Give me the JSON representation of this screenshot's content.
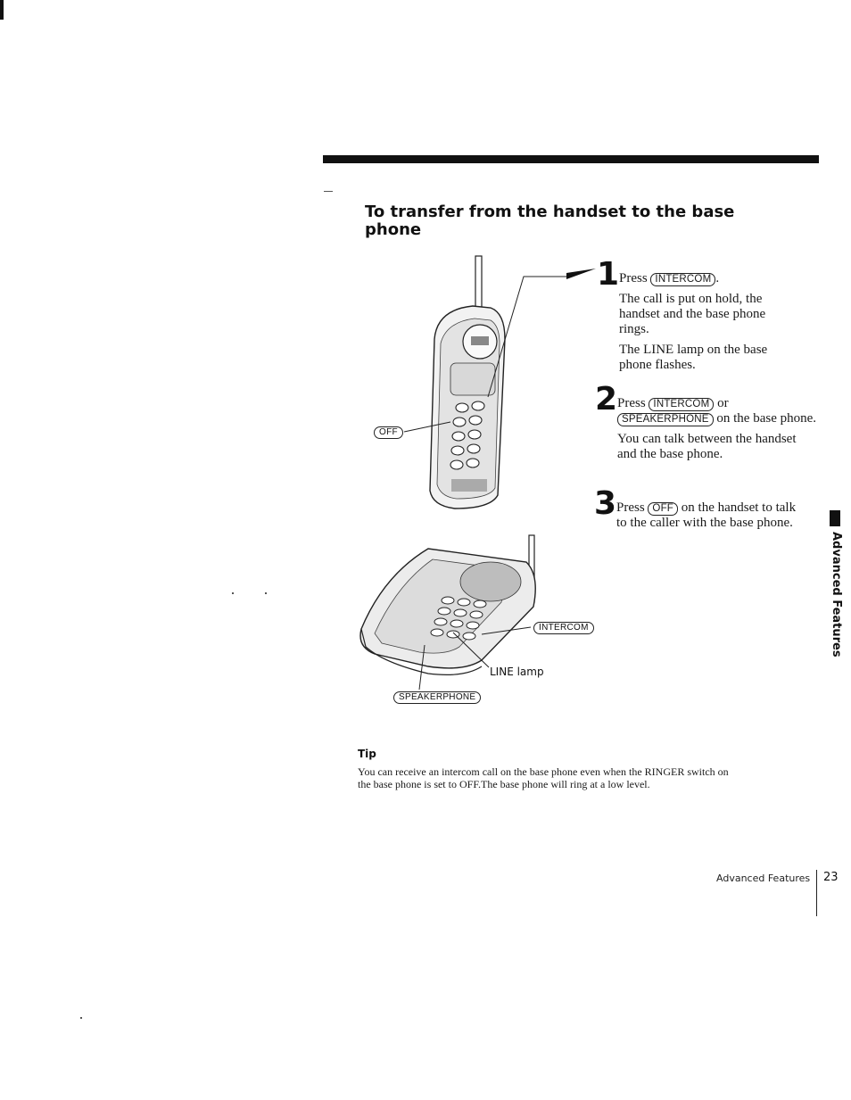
{
  "section_title": "To transfer from the handset to the base phone",
  "illustration": {
    "callout_off": "OFF",
    "callout_intercom": "INTERCOM",
    "callout_line_lamp": "LINE lamp",
    "callout_speakerphone": "SPEAKERPHONE"
  },
  "steps": [
    {
      "number": "1",
      "press": "Press",
      "button": "INTERCOM",
      "tail": ".",
      "notes": [
        "The call is put on hold, the handset and the base phone rings.",
        "The LINE lamp on the base phone flashes."
      ]
    },
    {
      "number": "2",
      "press": "Press",
      "button": "INTERCOM",
      "middle": "or",
      "button2": "SPEAKERPHONE",
      "tail": "on the base phone.",
      "notes": [
        "You can talk between the handset and the base phone."
      ]
    },
    {
      "number": "3",
      "press": "Press",
      "button": "OFF",
      "tail": "on the handset to talk to the caller with the base phone.",
      "notes": []
    }
  ],
  "tip": {
    "heading": "Tip",
    "text": "You can receive an intercom call on the base phone even when the RINGER switch on the base phone is set to OFF.The base phone will ring at a low level."
  },
  "sidebar_label": "Advanced Features",
  "footer": {
    "section": "Advanced Features",
    "page": "23"
  }
}
